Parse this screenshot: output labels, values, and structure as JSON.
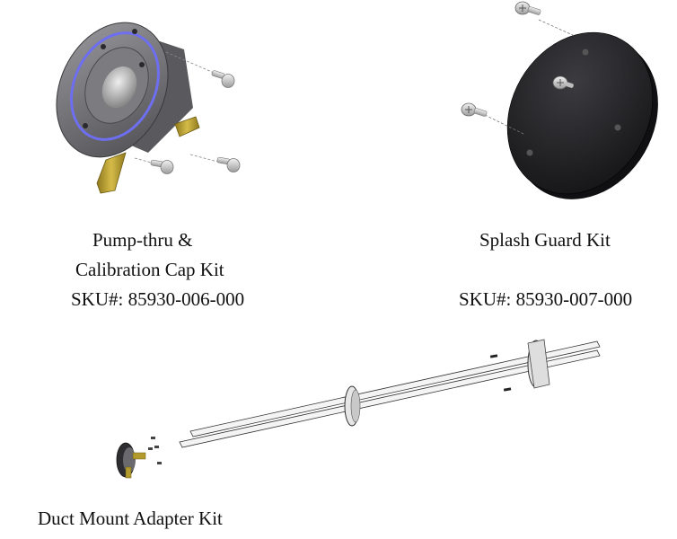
{
  "pump_kit": {
    "name_line1": "Pump-thru &",
    "name_line2": "Calibration Cap Kit",
    "sku": "SKU#: 85930-006-000"
  },
  "splash_kit": {
    "name": "Splash Guard Kit",
    "sku": "SKU#: 85930-007-000"
  },
  "duct_kit": {
    "name": "Duct Mount Adapter Kit"
  },
  "colors": {
    "cap_body": "#6f6f72",
    "guard_disc": "#2b2b2e",
    "brass_fitting": "#b39a2c",
    "seal_ring": "#6e6ef0"
  }
}
